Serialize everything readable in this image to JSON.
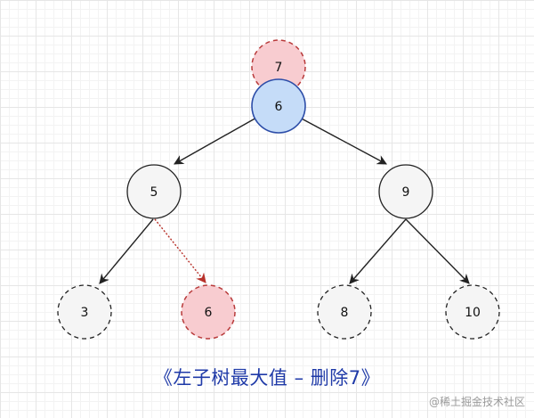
{
  "nodes": {
    "root_removed": {
      "label": "7"
    },
    "root": {
      "label": "6"
    },
    "left": {
      "label": "5"
    },
    "right": {
      "label": "9"
    },
    "left_left": {
      "label": "3"
    },
    "left_right_moved": {
      "label": "6"
    },
    "right_left": {
      "label": "8"
    },
    "right_right": {
      "label": "10"
    }
  },
  "caption": "《左子树最大值 – 删除7》",
  "watermark": "@稀土掘金技术社区",
  "colors": {
    "removed_fill": "#f8ccd0",
    "removed_stroke": "#b83a3a",
    "root_fill": "#c5dcf8",
    "root_stroke": "#2c4da8",
    "node_fill": "#f5f5f5",
    "node_stroke": "#222222",
    "caption": "#1f3aa8",
    "dotted_edge": "#b8322b"
  }
}
